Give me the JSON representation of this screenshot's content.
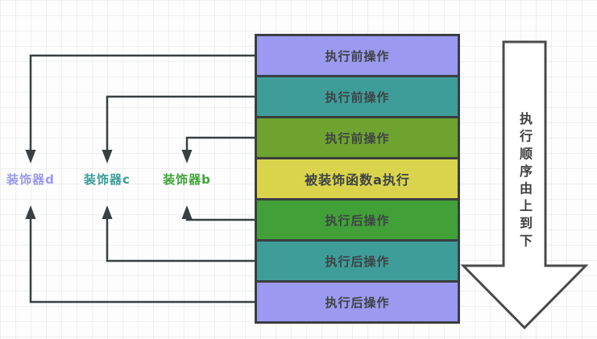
{
  "diagram": {
    "background_color": "#fdfdfd",
    "line_color": "#3a3f41",
    "stack": {
      "text_color": "#3f4345",
      "boxes": [
        {
          "label": "执行前操作",
          "color": "#9b9af0"
        },
        {
          "label": "执行前操作",
          "color": "#3e9d99"
        },
        {
          "label": "执行前操作",
          "color": "#6ea32f"
        },
        {
          "label": "被装饰函数a执行",
          "color": "#d9d44b"
        },
        {
          "label": "执行后操作",
          "color": "#41a038"
        },
        {
          "label": "执行后操作",
          "color": "#3e9d99"
        },
        {
          "label": "执行后操作",
          "color": "#9b9af0"
        }
      ]
    },
    "decorators": [
      {
        "label": "装饰器d",
        "color": "#9a99ee"
      },
      {
        "label": "装饰器c",
        "color": "#3a9d99"
      },
      {
        "label": "装饰器b",
        "color": "#3fa338"
      }
    ],
    "order_arrow": {
      "text": "执行顺序由上到下",
      "stroke": "#4a4a4a",
      "fill": "#ffffff",
      "text_color": "#3e3e3e"
    }
  }
}
